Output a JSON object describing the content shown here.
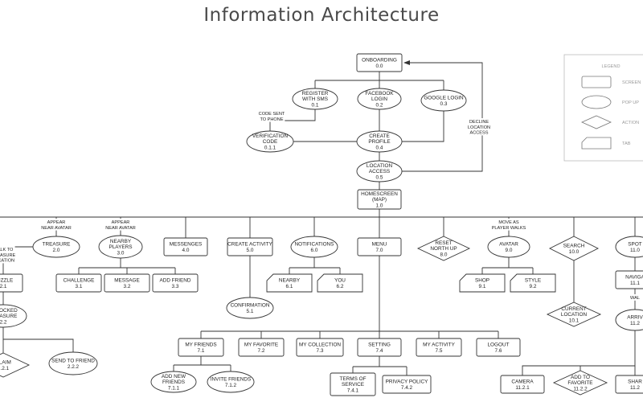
{
  "title": "Information Architecture",
  "nodes": [
    {
      "id": "onboarding",
      "shape": "rect",
      "lines": [
        "ONBOARDING",
        "0.0"
      ]
    },
    {
      "id": "register-sms",
      "shape": "ellipse",
      "lines": [
        "REGISTER",
        "WITH SMS",
        "0.1"
      ]
    },
    {
      "id": "facebook-login",
      "shape": "ellipse",
      "lines": [
        "FACEBOOK",
        "LOGIN",
        "0.2"
      ]
    },
    {
      "id": "google-login",
      "shape": "ellipse",
      "lines": [
        "GOOGLE LOGIN",
        "0.3"
      ]
    },
    {
      "id": "verification-code",
      "shape": "ellipse",
      "lines": [
        "VERIFICATION",
        "CODE",
        "0.1.1"
      ]
    },
    {
      "id": "create-profile",
      "shape": "ellipse",
      "lines": [
        "CREATE",
        "PROFILE",
        "0.4"
      ]
    },
    {
      "id": "location-access",
      "shape": "ellipse",
      "lines": [
        "LOCATION",
        "ACCESS",
        "0.5"
      ]
    },
    {
      "id": "homescreen",
      "shape": "rect",
      "lines": [
        "HOMESCREEN",
        "(MAP)",
        "1.0"
      ]
    },
    {
      "id": "treasure",
      "shape": "ellipse",
      "lines": [
        "TREASURE",
        "2.0"
      ]
    },
    {
      "id": "nearby-players",
      "shape": "ellipse",
      "lines": [
        "NEARBY",
        "PLAYERS",
        "3.0"
      ]
    },
    {
      "id": "messenges",
      "shape": "rect",
      "lines": [
        "MESSENGES",
        "4.0"
      ]
    },
    {
      "id": "create-activity",
      "shape": "rect",
      "lines": [
        "CREATE ACTIVITY",
        "5.0"
      ]
    },
    {
      "id": "notifications",
      "shape": "ellipse",
      "lines": [
        "NOTIFICATIONS",
        "6.0"
      ]
    },
    {
      "id": "menu",
      "shape": "rect",
      "lines": [
        "MENU",
        "7.0"
      ]
    },
    {
      "id": "reset-north-up",
      "shape": "diamond",
      "lines": [
        "RESET",
        "NORTH UP",
        "8.0"
      ]
    },
    {
      "id": "avatar",
      "shape": "ellipse",
      "lines": [
        "AVATAR",
        "9.0"
      ]
    },
    {
      "id": "search",
      "shape": "diamond",
      "lines": [
        "SEARCH",
        "10.0"
      ]
    },
    {
      "id": "spot",
      "shape": "ellipse",
      "lines": [
        "SPOT",
        "11.0"
      ]
    },
    {
      "id": "puzzle",
      "shape": "rect",
      "lines": [
        "PUZZLE",
        "2.1"
      ]
    },
    {
      "id": "unlocked-treasure",
      "shape": "ellipse",
      "lines": [
        "UNLOCKED",
        "TREASURE",
        "2.2"
      ]
    },
    {
      "id": "claim",
      "shape": "diamond",
      "lines": [
        "CLAIM",
        "2.2.1"
      ]
    },
    {
      "id": "send-to-friend",
      "shape": "ellipse",
      "lines": [
        "SEND TO FRIEND",
        "2.2.2"
      ]
    },
    {
      "id": "challenge",
      "shape": "rect",
      "lines": [
        "CHALLENGE",
        "3.1"
      ]
    },
    {
      "id": "message",
      "shape": "rect",
      "lines": [
        "MESSAGE",
        "3.2"
      ]
    },
    {
      "id": "add-friend",
      "shape": "rect",
      "lines": [
        "ADD FRIEND",
        "3.3"
      ]
    },
    {
      "id": "confirmation",
      "shape": "ellipse",
      "lines": [
        "CONFIRMATION",
        "5.1"
      ]
    },
    {
      "id": "nearby-tab",
      "shape": "tab",
      "lines": [
        "NEARBY",
        "6.1"
      ]
    },
    {
      "id": "you-tab",
      "shape": "tab",
      "lines": [
        "YOU",
        "6.2"
      ]
    },
    {
      "id": "shop-tab",
      "shape": "tab",
      "lines": [
        "SHOP",
        "9.1"
      ]
    },
    {
      "id": "style-tab",
      "shape": "tab",
      "lines": [
        "STYLE",
        "9.2"
      ]
    },
    {
      "id": "current-location",
      "shape": "diamond",
      "lines": [
        "CURRENT",
        "LOCATION",
        "10.1"
      ]
    },
    {
      "id": "navigate",
      "shape": "rect",
      "lines": [
        "NAVIGA",
        "11.1"
      ]
    },
    {
      "id": "arrive",
      "shape": "ellipse",
      "lines": [
        "ARRIV",
        "11.2"
      ]
    },
    {
      "id": "my-friends",
      "shape": "rect",
      "lines": [
        "MY FRIENDS",
        "7.1"
      ]
    },
    {
      "id": "my-favorite",
      "shape": "rect",
      "lines": [
        "MY FAVORITE",
        "7.2"
      ]
    },
    {
      "id": "my-collection",
      "shape": "rect",
      "lines": [
        "MY COLLECTION",
        "7.3"
      ]
    },
    {
      "id": "setting",
      "shape": "rect",
      "lines": [
        "SETTING",
        "7.4"
      ]
    },
    {
      "id": "my-activity",
      "shape": "rect",
      "lines": [
        "MY ACTIVITY",
        "7.5"
      ]
    },
    {
      "id": "logout",
      "shape": "rect",
      "lines": [
        "LOGOUT",
        "7.6"
      ]
    },
    {
      "id": "add-new-friends",
      "shape": "ellipse",
      "lines": [
        "ADD NEW",
        "FRIENDS",
        "7.1.1"
      ]
    },
    {
      "id": "invite-friends",
      "shape": "ellipse",
      "lines": [
        "INVITE FRIENDS",
        "7.1.2"
      ]
    },
    {
      "id": "terms-of-service",
      "shape": "rect",
      "lines": [
        "TERMS OF",
        "SERVICE",
        "7.4.1"
      ]
    },
    {
      "id": "privacy-policy",
      "shape": "rect",
      "lines": [
        "PRIVACY POLICY",
        "7.4.2"
      ]
    },
    {
      "id": "camera",
      "shape": "rect",
      "lines": [
        "CAMERA",
        "11.2.1"
      ]
    },
    {
      "id": "add-to-favorite",
      "shape": "diamond",
      "lines": [
        "ADD TO",
        "FAVORITE",
        "11.2.2"
      ]
    },
    {
      "id": "share",
      "shape": "rect",
      "lines": [
        "SHAR",
        "11.2"
      ]
    }
  ],
  "edge_labels": [
    {
      "id": "code-sent-to-phone",
      "lines": [
        "CODE SENT",
        "TO PHONE"
      ]
    },
    {
      "id": "decline-location-access",
      "lines": [
        "DECLINE",
        "LOCATION",
        "ACCESS"
      ]
    },
    {
      "id": "appear-near-avatar-treasure",
      "lines": [
        "APPEAR",
        "NEAR AVATAR"
      ]
    },
    {
      "id": "appear-near-avatar-players",
      "lines": [
        "APPEAR",
        "NEAR AVATAR"
      ]
    },
    {
      "id": "move-as-player-walks",
      "lines": [
        "MOVE AS",
        "PLAYER WALKS"
      ]
    },
    {
      "id": "walk-to-treasure-location",
      "lines": [
        "WALK TO",
        "TREASURE",
        "LOCATION"
      ]
    },
    {
      "id": "walk-spot",
      "lines": [
        "WAL"
      ]
    }
  ],
  "legend": {
    "title": "LEGEND",
    "items": [
      {
        "shape": "rect",
        "label": "SCREEN"
      },
      {
        "shape": "ellipse",
        "label": "POP UP"
      },
      {
        "shape": "diamond",
        "label": "ACTION"
      },
      {
        "shape": "tab",
        "label": "TAB"
      }
    ]
  }
}
